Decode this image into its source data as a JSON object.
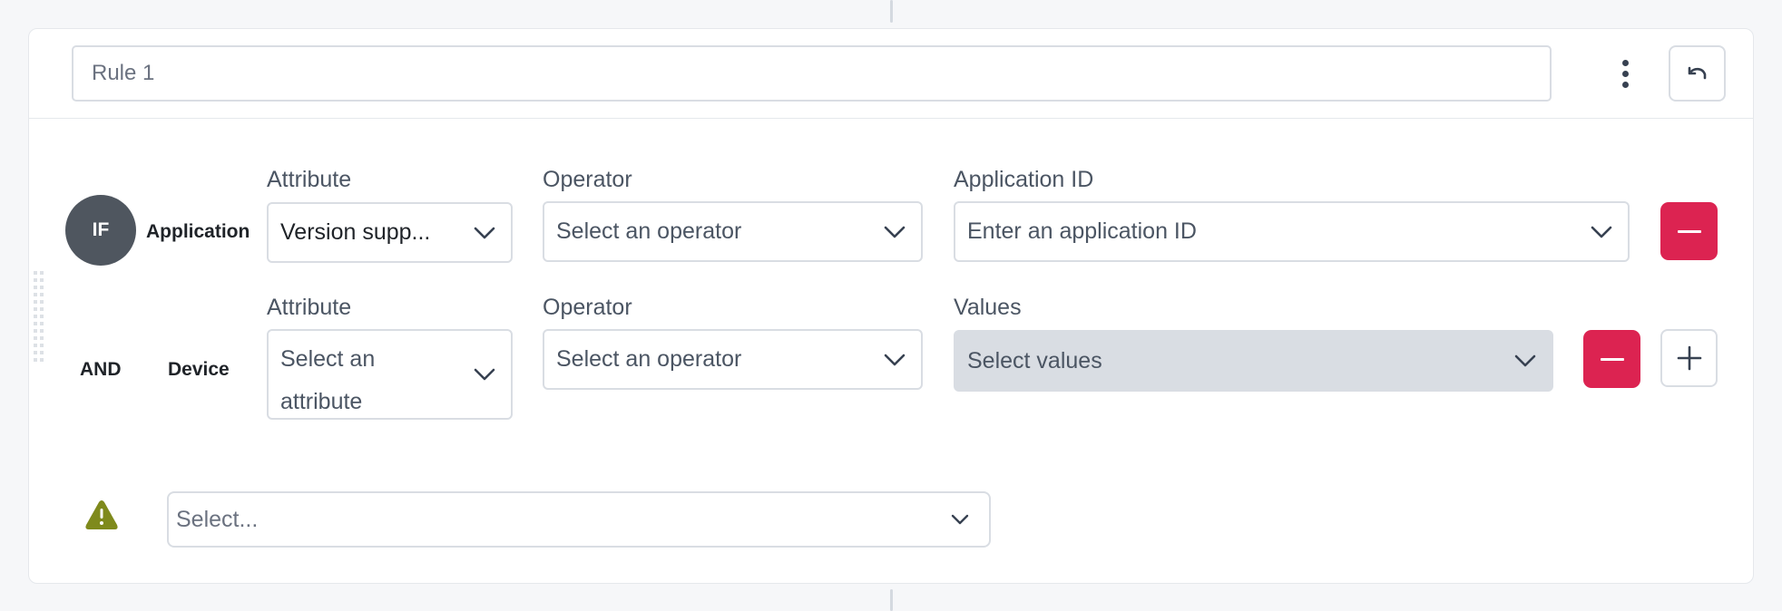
{
  "rule": {
    "name_value": "Rule 1",
    "more_icon": "kebab-vertical-icon",
    "undo_icon": "undo-arrow-icon"
  },
  "conditions": [
    {
      "connector": "IF",
      "entity": "Application",
      "attribute": {
        "label": "Attribute",
        "value": "Version supp..."
      },
      "operator": {
        "label": "Operator",
        "placeholder": "Select an operator"
      },
      "value_field": {
        "label": "Application ID",
        "placeholder": "Enter an application ID",
        "disabled": false
      },
      "actions": [
        "remove"
      ]
    },
    {
      "connector": "AND",
      "entity": "Device",
      "attribute": {
        "label": "Attribute",
        "placeholder": "Select an attribute",
        "placeholder_line1": "Select an",
        "placeholder_line2": "attribute"
      },
      "operator": {
        "label": "Operator",
        "placeholder": "Select an operator"
      },
      "value_field": {
        "label": "Values",
        "placeholder": "Select values",
        "disabled": true
      },
      "actions": [
        "remove",
        "add"
      ]
    }
  ],
  "outcome": {
    "warning_icon": "warning-triangle-icon",
    "select_placeholder": "Select..."
  },
  "colors": {
    "remove_button": "#dc2351",
    "warning_icon": "#7f8a1c",
    "if_badge": "#4f565f",
    "disabled_field": "#d9dde3"
  }
}
